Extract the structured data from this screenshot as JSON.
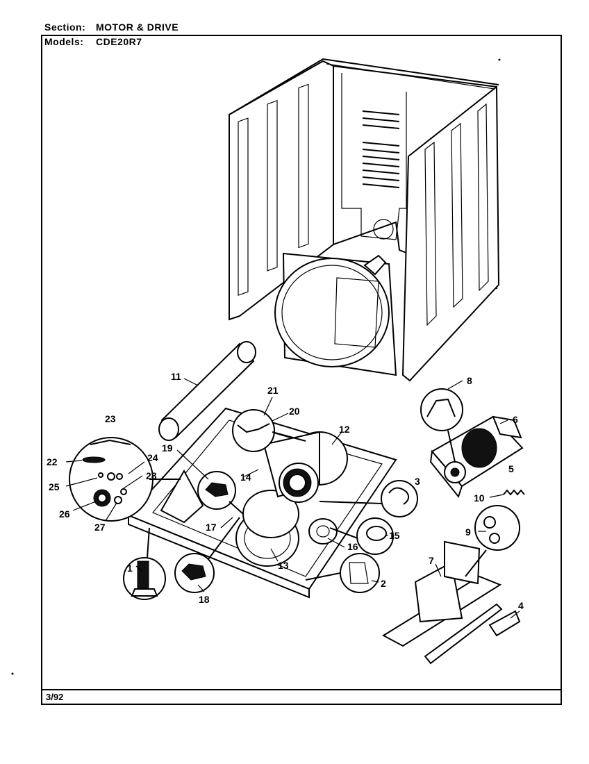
{
  "header": {
    "section_label": "Section:",
    "section_value": "MOTOR & DRIVE",
    "models_label": "Models:",
    "models_value": "CDE20R7"
  },
  "footer": {
    "date": "3/92"
  },
  "callouts": [
    "1",
    "2",
    "3",
    "4",
    "5",
    "6",
    "7",
    "8",
    "9",
    "10",
    "11",
    "12",
    "13",
    "14",
    "15",
    "16",
    "17",
    "18",
    "19",
    "20",
    "21",
    "22",
    "23",
    "24",
    "25",
    "26",
    "27",
    "28"
  ]
}
